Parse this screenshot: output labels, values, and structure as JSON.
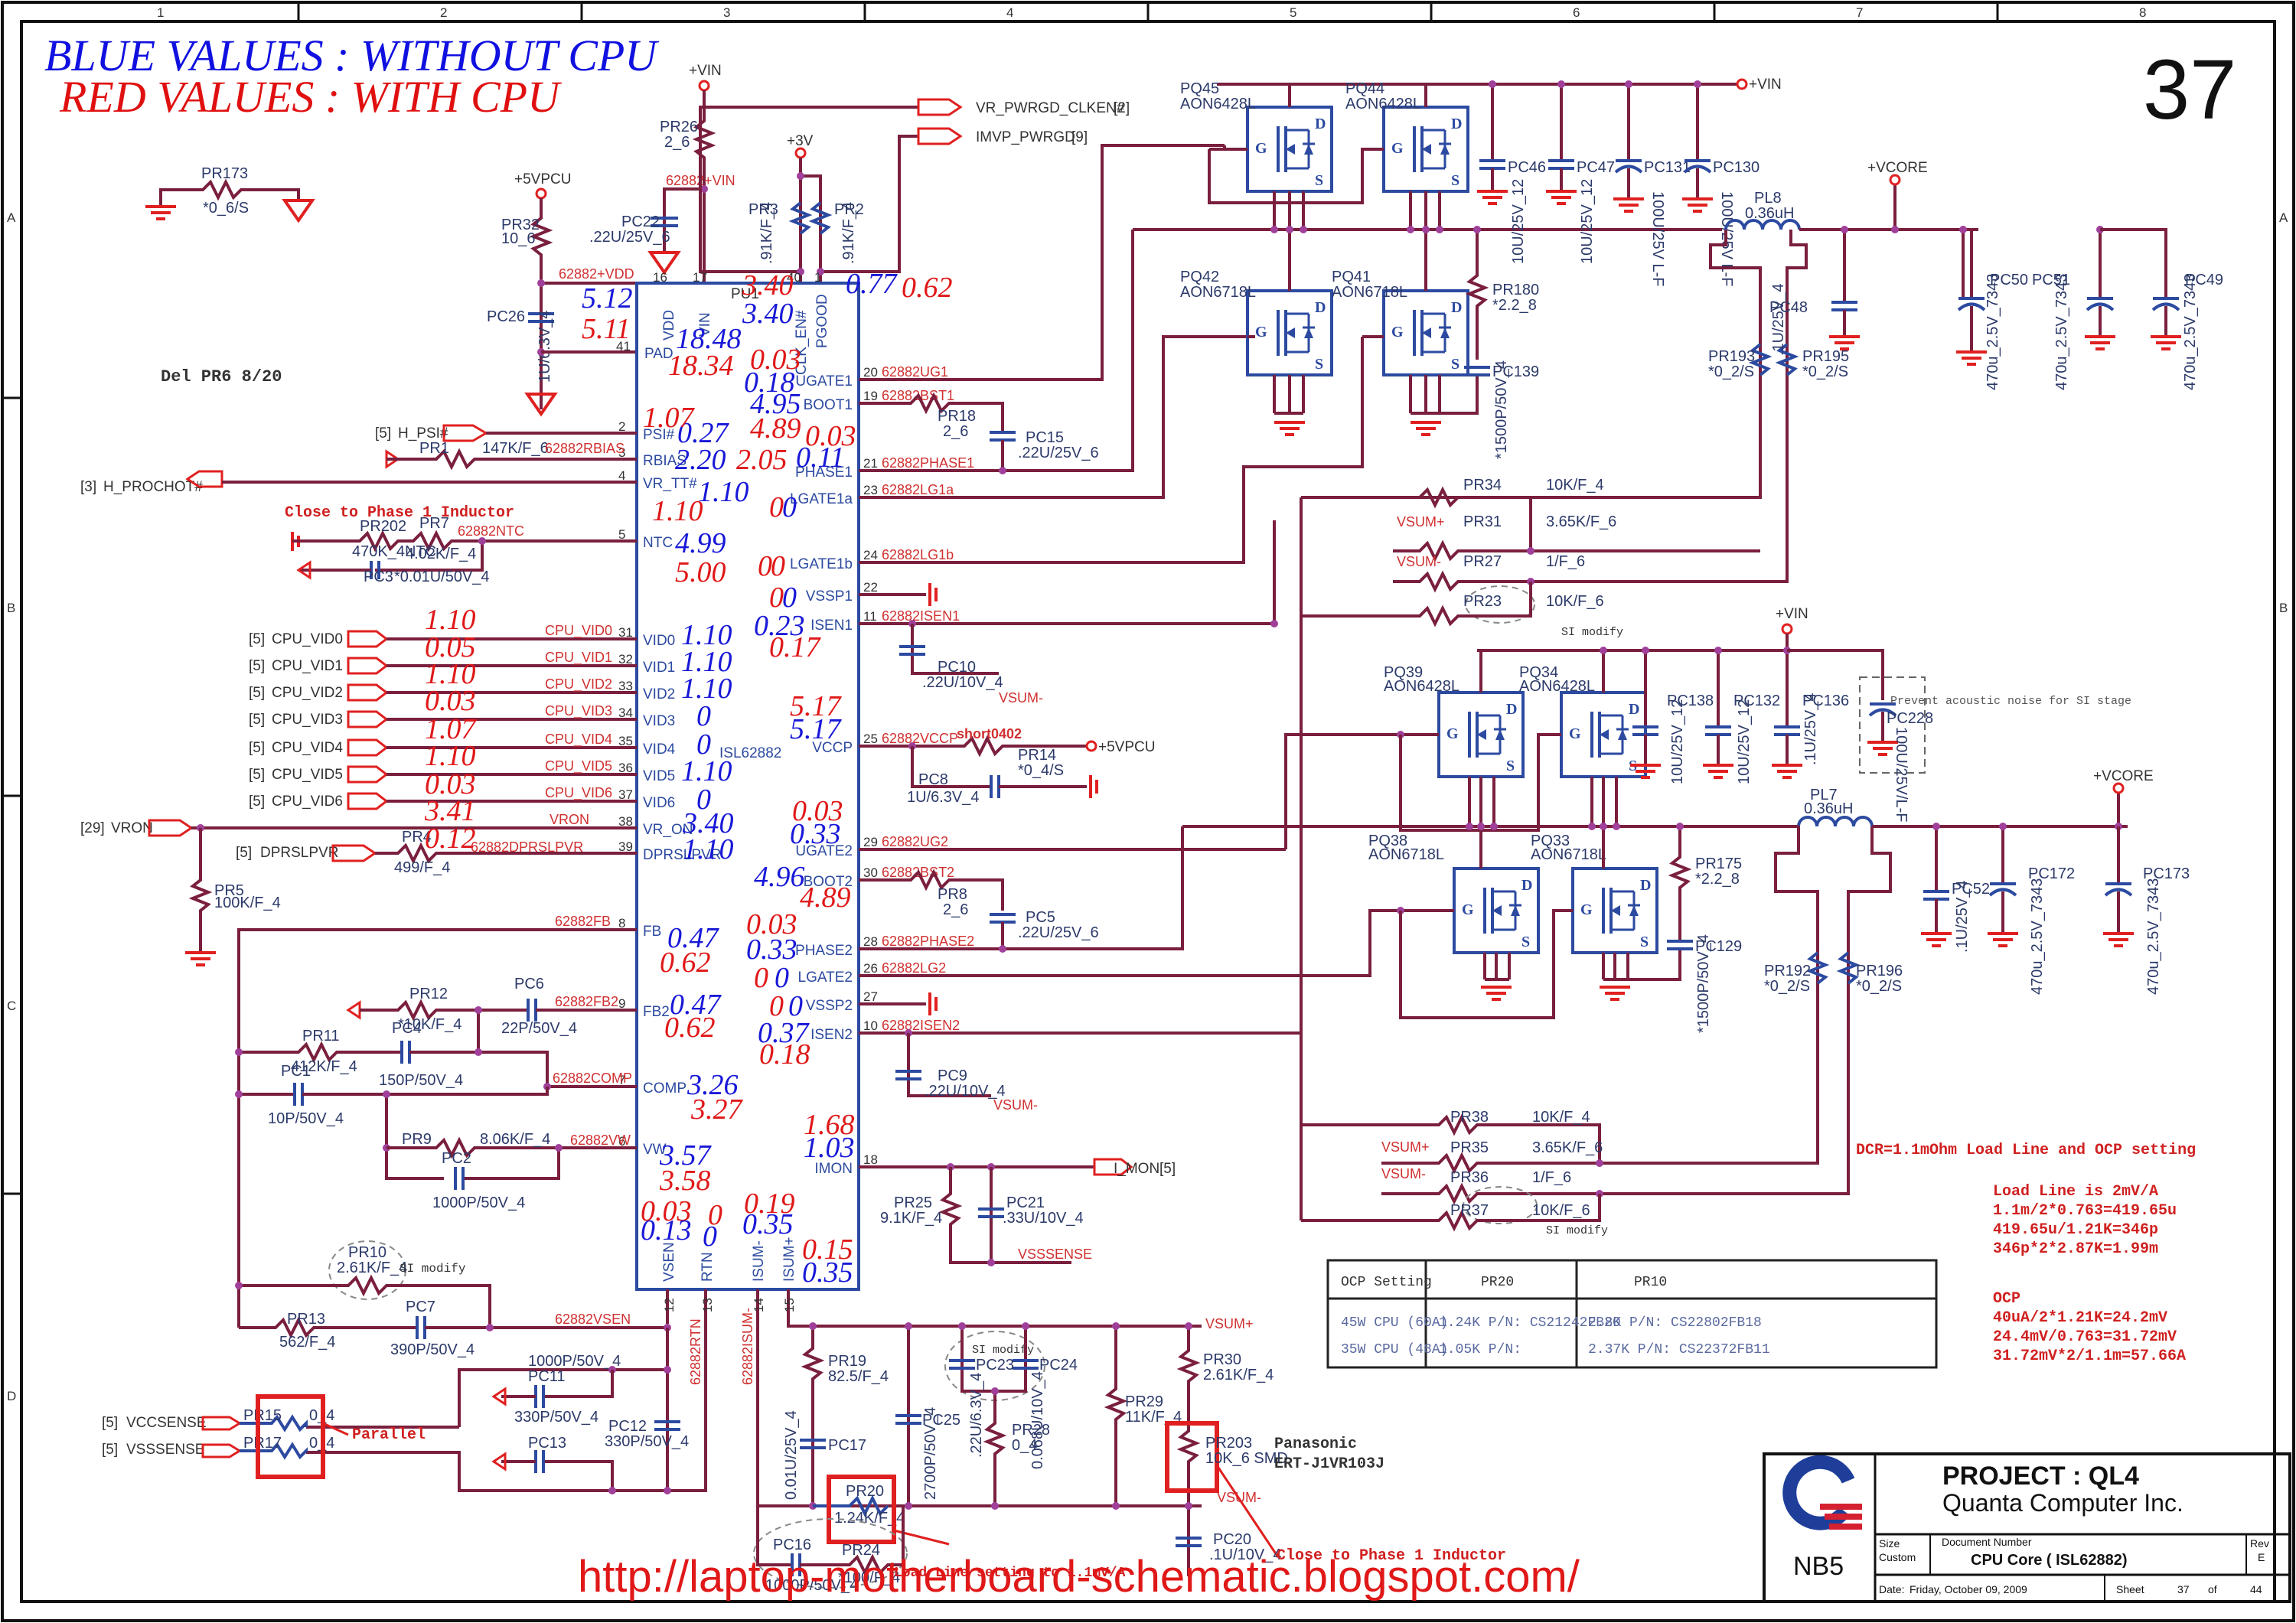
{
  "legend": {
    "blue": "BLUE VALUES : WITHOUT CPU",
    "red": "RED VALUES : WITH CPU"
  },
  "page_number": "37",
  "notes": {
    "del_pr6": "Del PR6 8/20",
    "close_phase1_top": "Close to Phase 1 Inductor",
    "close_phase1_bottom": "Close to Phase 1 Inductor",
    "parallel": "Parallel",
    "si_modify": "SI modify",
    "prevent_noise": "Prevent acoustic noise for SI stage",
    "load_line_setting": "Load Line setting to 1.1mV/A",
    "panasonic": "Panasonic",
    "panasonic_part": "ERT-J1VR103J",
    "url": "http://laptop-motherboard-schematic.blogspot.com/"
  },
  "border": {
    "columns": [
      "1",
      "2",
      "3",
      "4",
      "5",
      "6",
      "7",
      "8"
    ],
    "rows": [
      "A",
      "B",
      "C",
      "D"
    ]
  },
  "ic": {
    "ref": "PU1",
    "part": "ISL62882",
    "left_pins": [
      {
        "num": "2",
        "name": "PSI#"
      },
      {
        "num": "3",
        "name": "RBIAS"
      },
      {
        "num": "4",
        "name": "VR_TT#"
      },
      {
        "num": "5",
        "name": "NTC"
      },
      {
        "num": "31",
        "name": "VID0"
      },
      {
        "num": "32",
        "name": "VID1"
      },
      {
        "num": "33",
        "name": "VID2"
      },
      {
        "num": "34",
        "name": "VID3"
      },
      {
        "num": "35",
        "name": "VID4"
      },
      {
        "num": "36",
        "name": "VID5"
      },
      {
        "num": "37",
        "name": "VID6"
      },
      {
        "num": "38",
        "name": "VR_ON"
      },
      {
        "num": "39",
        "name": "DPRSLPVR"
      },
      {
        "num": "8",
        "name": "FB"
      },
      {
        "num": "9",
        "name": "FB2"
      },
      {
        "num": "7",
        "name": "COMP"
      },
      {
        "num": "6",
        "name": "VW"
      }
    ],
    "right_pins": [
      {
        "num": "20",
        "name": "UGATE1",
        "net": "62882UG1"
      },
      {
        "num": "19",
        "name": "BOOT1",
        "net": "62882BST1"
      },
      {
        "num": "21",
        "name": "PHASE1",
        "net": "62882PHASE1"
      },
      {
        "num": "23",
        "name": "LGATE1a",
        "net": "62882LG1a"
      },
      {
        "num": "24",
        "name": "LGATE1b",
        "net": "62882LG1b"
      },
      {
        "num": "22",
        "name": "VSSP1",
        "net": ""
      },
      {
        "num": "11",
        "name": "ISEN1",
        "net": "62882ISEN1"
      },
      {
        "num": "25",
        "name": "VCCP",
        "net": "62882VCCP"
      },
      {
        "num": "29",
        "name": "UGATE2",
        "net": "62882UG2"
      },
      {
        "num": "30",
        "name": "BOOT2",
        "net": "62882BST2"
      },
      {
        "num": "28",
        "name": "PHASE2",
        "net": "62882PHASE2"
      },
      {
        "num": "26",
        "name": "LGATE2",
        "net": "62882LG2"
      },
      {
        "num": "27",
        "name": "VSSP2",
        "net": ""
      },
      {
        "num": "10",
        "name": "ISEN2",
        "net": "62882ISEN2"
      },
      {
        "num": "18",
        "name": "IMON",
        "net": ""
      }
    ],
    "top_pins": [
      {
        "num": "16",
        "name": "VDD"
      },
      {
        "num": "17",
        "name": "VIN"
      },
      {
        "num": "40",
        "name": "CLK_EN#"
      },
      {
        "num": "1",
        "name": "PGOOD"
      }
    ],
    "pad_pin": {
      "num": "41",
      "name": "PAD"
    },
    "bottom_pins": [
      {
        "num": "12",
        "name": "VSEN"
      },
      {
        "num": "13",
        "name": "RTN"
      },
      {
        "num": "14",
        "name": "ISUM-"
      },
      {
        "num": "15",
        "name": "ISUM+"
      }
    ]
  },
  "measurements": {
    "vdd": {
      "blue": "5.12",
      "red": "5.11"
    },
    "vin": {
      "blue": "18.48",
      "red": "18.34"
    },
    "clk_en": {
      "blue": "3.40",
      "red": "3.40"
    },
    "pgood": {
      "blue": "0.77",
      "red": "0.62"
    },
    "ugate1": {
      "blue": "0.18",
      "red": "0.03"
    },
    "boot1": {
      "blue": "4.95",
      "red": "4.89"
    },
    "phase1": {
      "blue": "0.11",
      "red": "0.03"
    },
    "psi": {
      "blue": "0.27",
      "red": "1.07"
    },
    "rbias": {
      "blue": "2.20",
      "red": "2.05"
    },
    "vr_tt": {
      "blue": "1.10",
      "red": "1.10"
    },
    "lgate1a": {
      "blue": "0",
      "red": "0"
    },
    "ntc": {
      "blue": "4.99",
      "red": "5.00"
    },
    "lgate1b": {
      "blue": "0",
      "red": "0"
    },
    "vssp1": {
      "blue": "0",
      "red": "0"
    },
    "isen1": {
      "blue": "0.23",
      "red": "0.17"
    },
    "vccp": {
      "blue": "5.17",
      "red": "5.17"
    },
    "vid0": {
      "blue": "1.10",
      "red": "1.10"
    },
    "vid1": {
      "blue": "1.10",
      "red": "0.05"
    },
    "vid2": {
      "blue": "1.10",
      "red": "1.10"
    },
    "vid3": {
      "blue": "0",
      "red": "0.03"
    },
    "vid4": {
      "blue": "0",
      "red": "1.07"
    },
    "vid5": {
      "blue": "1.10",
      "red": "1.10"
    },
    "vid6": {
      "blue": "0",
      "red": "0.03"
    },
    "vr_on": {
      "blue": "3.40",
      "red": "3.41"
    },
    "dprslpvr": {
      "blue": "1.10",
      "red": "0.12"
    },
    "ugate2": {
      "blue": "0.33",
      "red": "0.03"
    },
    "boot2": {
      "blue": "4.96",
      "red": "4.89"
    },
    "fb": {
      "blue": "0.47",
      "red": "0.62"
    },
    "phase2": {
      "blue": "0.33",
      "red": "0.03"
    },
    "lgate2": {
      "blue": "0",
      "red": "0"
    },
    "fb2": {
      "blue": "0.47",
      "red": "0.62"
    },
    "vssp2": {
      "blue": "0",
      "red": "0"
    },
    "isen2": {
      "blue": "0.37",
      "red": "0.18"
    },
    "comp": {
      "blue": "3.26",
      "red": "3.27"
    },
    "imon": {
      "blue": "1.03",
      "red": "1.68"
    },
    "vw": {
      "blue": "3.57",
      "red": "3.58"
    },
    "vsen": {
      "blue": "0.13",
      "red": "0.03"
    },
    "rtn": {
      "blue": "0",
      "red": "0"
    },
    "isum_minus": {
      "blue": "0.35",
      "red": "0.19"
    },
    "isum_plus": {
      "blue": "0.35",
      "red": "0.15"
    }
  },
  "connectors": {
    "h_psi": {
      "ref": "[5]",
      "name": "H_PSI#"
    },
    "h_prochot": {
      "ref": "[3]",
      "name": "H_PROCHOT#"
    },
    "vids": [
      {
        "ref": "[5]",
        "name": "CPU_VID0",
        "net": "CPU_VID0"
      },
      {
        "ref": "[5]",
        "name": "CPU_VID1",
        "net": "CPU_VID1"
      },
      {
        "ref": "[5]",
        "name": "CPU_VID2",
        "net": "CPU_VID2"
      },
      {
        "ref": "[5]",
        "name": "CPU_VID3",
        "net": "CPU_VID3"
      },
      {
        "ref": "[5]",
        "name": "CPU_VID4",
        "net": "CPU_VID4"
      },
      {
        "ref": "[5]",
        "name": "CPU_VID5",
        "net": "CPU_VID5"
      },
      {
        "ref": "[5]",
        "name": "CPU_VID6",
        "net": "CPU_VID6"
      }
    ],
    "vron": {
      "ref": "[29]",
      "name": "VRON",
      "net": "VRON"
    },
    "dprslpvr": {
      "ref": "[5]",
      "name": "DPRSLPVR",
      "net": "62882DPRSLPVR"
    },
    "vccsense": {
      "ref": "[5]",
      "name": "VCCSENSE"
    },
    "vsssense": {
      "ref": "[5]",
      "name": "VSSSENSE"
    },
    "vr_pwrgd": {
      "ref": "[2]",
      "name": "VR_PWRGD_CLKEN#"
    },
    "imvp_pwrgd": {
      "ref": "[9]",
      "name": "IMVP_PWRGD"
    },
    "i_mon": {
      "ref": "[5]",
      "name": "I_MON"
    }
  },
  "power": {
    "vin": "+VIN",
    "v5pcu": "+5VPCU",
    "v3": "+3V",
    "vcore": "+VCORE"
  },
  "nets": {
    "vin62882": "62882+VIN",
    "vdd62882": "62882+VDD",
    "rbias": "62882RBIAS",
    "ntc": "62882NTC",
    "fb": "62882FB",
    "fb2": "62882FB2",
    "comp": "62882COMP",
    "vw": "62882VW",
    "vsen": "62882VSEN",
    "rtn": "62882RTN",
    "isum": "62882ISUM-",
    "vsum_plus": "VSUM+",
    "vsum_minus": "VSUM-",
    "vsssense": "VSSSENSE",
    "short": "short0402"
  },
  "components": {
    "PR173": {
      "ref": "PR173",
      "val": "*0_6/S"
    },
    "PR32": {
      "ref": "PR32",
      "val": "10_6"
    },
    "PC26": {
      "ref": "PC26",
      "val": "1U/6.3V_4"
    },
    "PR26": {
      "ref": "PR26",
      "val": "2_6"
    },
    "PC22": {
      "ref": "PC22",
      "val": ".22U/25V_6"
    },
    "PR3": {
      "ref": "PR3",
      "val": ".91K/F_4"
    },
    "PR2": {
      "ref": "PR2",
      "val": ".91K/F_4"
    },
    "PR1": {
      "ref": "PR1",
      "val": "147K/F_6"
    },
    "PR202": {
      "ref": "PR202",
      "val": "470K_4NTC"
    },
    "PR7": {
      "ref": "PR7",
      "val": "4.02K/F_4"
    },
    "PC3": {
      "ref": "PC3",
      "val": "*0.01U/50V_4"
    },
    "PR4": {
      "ref": "PR4",
      "val": "499/F_4"
    },
    "PR5": {
      "ref": "PR5",
      "val": "100K/F_4"
    },
    "PR12": {
      "ref": "PR12",
      "val": "*10K/F_4"
    },
    "PC6": {
      "ref": "PC6",
      "val": "22P/50V_4"
    },
    "PR11": {
      "ref": "PR11",
      "val": "412K/F_4"
    },
    "PC4": {
      "ref": "PC4",
      "val": "150P/50V_4"
    },
    "PC1": {
      "ref": "PC1",
      "val": "10P/50V_4"
    },
    "PR9": {
      "ref": "PR9",
      "val": "8.06K/F_4"
    },
    "PC2": {
      "ref": "PC2",
      "val": "1000P/50V_4"
    },
    "PR10": {
      "ref": "PR10",
      "val": "2.61K/F_4"
    },
    "PR13": {
      "ref": "PR13",
      "val": "562/F_4"
    },
    "PC7": {
      "ref": "PC7",
      "val": "390P/50V_4"
    },
    "PC11": {
      "ref": "PC11",
      "val": "330P/50V_4"
    },
    "PC11b": {
      "ref": "",
      "val": "1000P/50V_4"
    },
    "PC13": {
      "ref": "PC13",
      "val": ""
    },
    "PC12": {
      "ref": "PC12",
      "val": "330P/50V_4"
    },
    "PR15": {
      "ref": "PR15",
      "val": "0_4"
    },
    "PR17": {
      "ref": "PR17",
      "val": "0_4"
    },
    "PR18": {
      "ref": "PR18",
      "val": "2_6"
    },
    "PC15": {
      "ref": "PC15",
      "val": ".22U/25V_6"
    },
    "PC10": {
      "ref": "PC10",
      "val": ".22U/10V_4"
    },
    "PR14": {
      "ref": "PR14",
      "val": "*0_4/S"
    },
    "PC8": {
      "ref": "PC8",
      "val": "1U/6.3V_4"
    },
    "PR8": {
      "ref": "PR8",
      "val": "2_6"
    },
    "PC5": {
      "ref": "PC5",
      "val": ".22U/25V_6"
    },
    "PC9": {
      "ref": "PC9",
      "val": ".22U/10V_4"
    },
    "PR25": {
      "ref": "PR25",
      "val": "9.1K/F_4"
    },
    "PC21": {
      "ref": "PC21",
      "val": ".33U/10V_4"
    },
    "PR19": {
      "ref": "PR19",
      "val": "82.5/F_4"
    },
    "PC17": {
      "ref": "PC17",
      "val": "0.01U/25V_4"
    },
    "PR20": {
      "ref": "PR20",
      "val": "1.24K/F_4"
    },
    "PC16": {
      "ref": "PC16",
      "val": "1000P/50V_4"
    },
    "PR24": {
      "ref": "PR24",
      "val": "*100/F_4"
    },
    "PC25": {
      "ref": "PC25",
      "val": "2700P/50V_4"
    },
    "PC23": {
      "ref": "PC23",
      "val": ".22U/6.3V_4"
    },
    "PC24": {
      "ref": "PC24",
      "val": "0.068U/10V_4"
    },
    "PR28": {
      "ref": "PR28",
      "val": "0_4"
    },
    "PR29": {
      "ref": "PR29",
      "val": "11K/F_4"
    },
    "PR30": {
      "ref": "PR30",
      "val": "2.61K/F_4"
    },
    "PR203": {
      "ref": "PR203",
      "val": "10K_6 SMD"
    },
    "PC20": {
      "ref": "PC20",
      "val": ".1U/10V_4"
    },
    "PQ45": {
      "ref": "PQ45",
      "val": "AON6428L"
    },
    "PQ44": {
      "ref": "PQ44",
      "val": "AON6428L"
    },
    "PQ42": {
      "ref": "PQ42",
      "val": "AON6718L"
    },
    "PQ41": {
      "ref": "PQ41",
      "val": "AON6718L"
    },
    "PQ39": {
      "ref": "PQ39",
      "val": "AON6428L"
    },
    "PQ34": {
      "ref": "PQ34",
      "val": "AON6428L"
    },
    "PQ38": {
      "ref": "PQ38",
      "val": "AON6718L"
    },
    "PQ33": {
      "ref": "PQ33",
      "val": "AON6718L"
    },
    "PC46": {
      "ref": "PC46",
      "val": "10U/25V_12"
    },
    "PC47": {
      "ref": "PC47",
      "val": "10U/25V_12"
    },
    "PC131": {
      "ref": "PC131",
      "val": "100U/25V L-F"
    },
    "PC130": {
      "ref": "PC130",
      "val": "100U/25V L-F"
    },
    "PR180": {
      "ref": "PR180",
      "val": "*2.2_8"
    },
    "PC139": {
      "ref": "PC139",
      "val": "*1500P/50V_4"
    },
    "PL8": {
      "ref": "PL8",
      "val": "0.36uH"
    },
    "PR193": {
      "ref": "PR193",
      "val": "*0_2/S"
    },
    "PR195": {
      "ref": "PR195",
      "val": "*0_2/S"
    },
    "PC48": {
      "ref": "PC48",
      "val": ".1U/25V_4"
    },
    "PC50": {
      "ref": "PC50",
      "val": "470u_2.5V_7343"
    },
    "PC51": {
      "ref": "PC51",
      "val": "470u_2.5V_7343"
    },
    "PC49": {
      "ref": "PC49",
      "val": "470u_2.5V_7343"
    },
    "PR34": {
      "ref": "PR34",
      "val": "10K/F_4"
    },
    "PR31": {
      "ref": "PR31",
      "val": "3.65K/F_6"
    },
    "PR27": {
      "ref": "PR27",
      "val": "1/F_6"
    },
    "PR23": {
      "ref": "PR23",
      "val": "10K/F_6"
    },
    "PC138": {
      "ref": "PC138",
      "val": "10U/25V_12"
    },
    "PC132": {
      "ref": "PC132",
      "val": "10U/25V_12"
    },
    "PC136": {
      "ref": "PC136",
      "val": ".1U/25V_4"
    },
    "PC228": {
      "ref": "PC228",
      "val": "100U/25V/L-F"
    },
    "PR175": {
      "ref": "PR175",
      "val": "*2.2_8"
    },
    "PC129": {
      "ref": "PC129",
      "val": "*1500P/50V_4"
    },
    "PL7": {
      "ref": "PL7",
      "val": "0.36uH"
    },
    "PR192": {
      "ref": "PR192",
      "val": "*0_2/S"
    },
    "PR196": {
      "ref": "PR196",
      "val": "*0_2/S"
    },
    "PC52": {
      "ref": "PC52",
      "val": ".1U/25V_4"
    },
    "PC172": {
      "ref": "PC172",
      "val": "470u_2.5V_7343"
    },
    "PC173": {
      "ref": "PC173",
      "val": "470u_2.5V_7343"
    },
    "PR38": {
      "ref": "PR38",
      "val": "10K/F_4"
    },
    "PR35": {
      "ref": "PR35",
      "val": "3.65K/F_6"
    },
    "PR36": {
      "ref": "PR36",
      "val": "1/F_6"
    },
    "PR37": {
      "ref": "PR37",
      "val": "10K/F_6"
    }
  },
  "calc_notes": {
    "heading": "DCR=1.1mOhm Load Line and OCP setting",
    "load_line": [
      "Load Line is 2mV/A",
      "1.1m/2*0.763=419.65u",
      "419.65u/1.21K=346p",
      "346p*2*2.87K=1.99m"
    ],
    "ocp": [
      "OCP",
      "40uA/2*1.21K=24.2mV",
      "24.4mV/0.763=31.72mV",
      "31.72mV*2/1.1m=57.66A"
    ]
  },
  "ocp_table": {
    "headers": [
      "OCP Setting",
      "PR20",
      "PR10"
    ],
    "rows": [
      [
        "45W CPU (60A)",
        "1.24K P/N: CS21242FB20",
        "2.8K P/N: CS22802FB18"
      ],
      [
        "35W CPU (48A)",
        "1.05K P/N:",
        "2.37K P/N: CS22372FB11"
      ]
    ]
  },
  "title_block": {
    "logo_text": "NB5",
    "project": "PROJECT : QL4",
    "company": "Quanta Computer Inc.",
    "size_label": "Size",
    "size_value": "Custom",
    "doc_label": "Document Number",
    "doc_value": "CPU Core ( ISL62882)",
    "rev_label": "Rev",
    "rev_value": "E",
    "date_label": "Date:",
    "date_value": "Friday, October 09, 2009",
    "sheet_label": "Sheet",
    "sheet_value": "37",
    "of_label": "of",
    "total_sheets": "44"
  },
  "colors": {
    "wire": "#7a1f3d",
    "component": "#2c4aa0",
    "net_label": "#d03030",
    "blue_value": "#1818d8",
    "red_value": "#e01818"
  }
}
